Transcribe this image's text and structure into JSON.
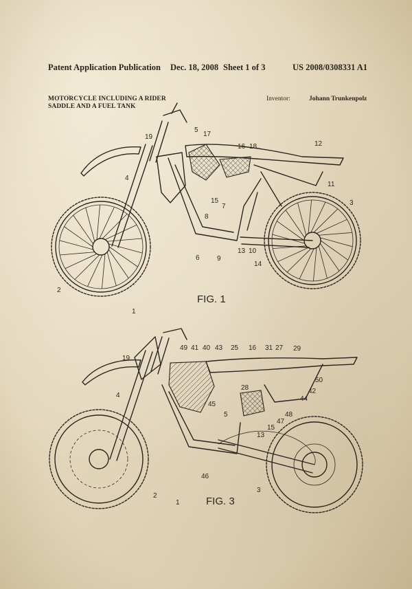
{
  "header": {
    "publication": "Patent Application Publication",
    "date": "Dec. 18, 2008",
    "sheet": "Sheet 1 of 3",
    "number": "US 2008/0308331 A1"
  },
  "title_lines": [
    "MOTORCYCLE INCLUDING A RIDER",
    "SADDLE AND A FUEL TANK"
  ],
  "inventor_label": "Inventor:",
  "inventor_name": "Johann Trunkenpolz",
  "figures": [
    {
      "label": "FIG. 1",
      "refs": [
        "19",
        "5",
        "17",
        "16",
        "18",
        "12",
        "4",
        "11",
        "3",
        "15",
        "7",
        "8",
        "6",
        "9",
        "13",
        "10",
        "14",
        "2",
        "1"
      ]
    },
    {
      "label": "FIG. 3",
      "refs": [
        "49",
        "41",
        "40",
        "43",
        "25",
        "16",
        "31",
        "27",
        "29",
        "19",
        "50",
        "28",
        "42",
        "4",
        "44",
        "45",
        "5",
        "48",
        "47",
        "15",
        "13",
        "46",
        "2",
        "1",
        "3"
      ]
    }
  ],
  "colors": {
    "paper": "#e7dcc4",
    "ink": "#2b2520"
  }
}
